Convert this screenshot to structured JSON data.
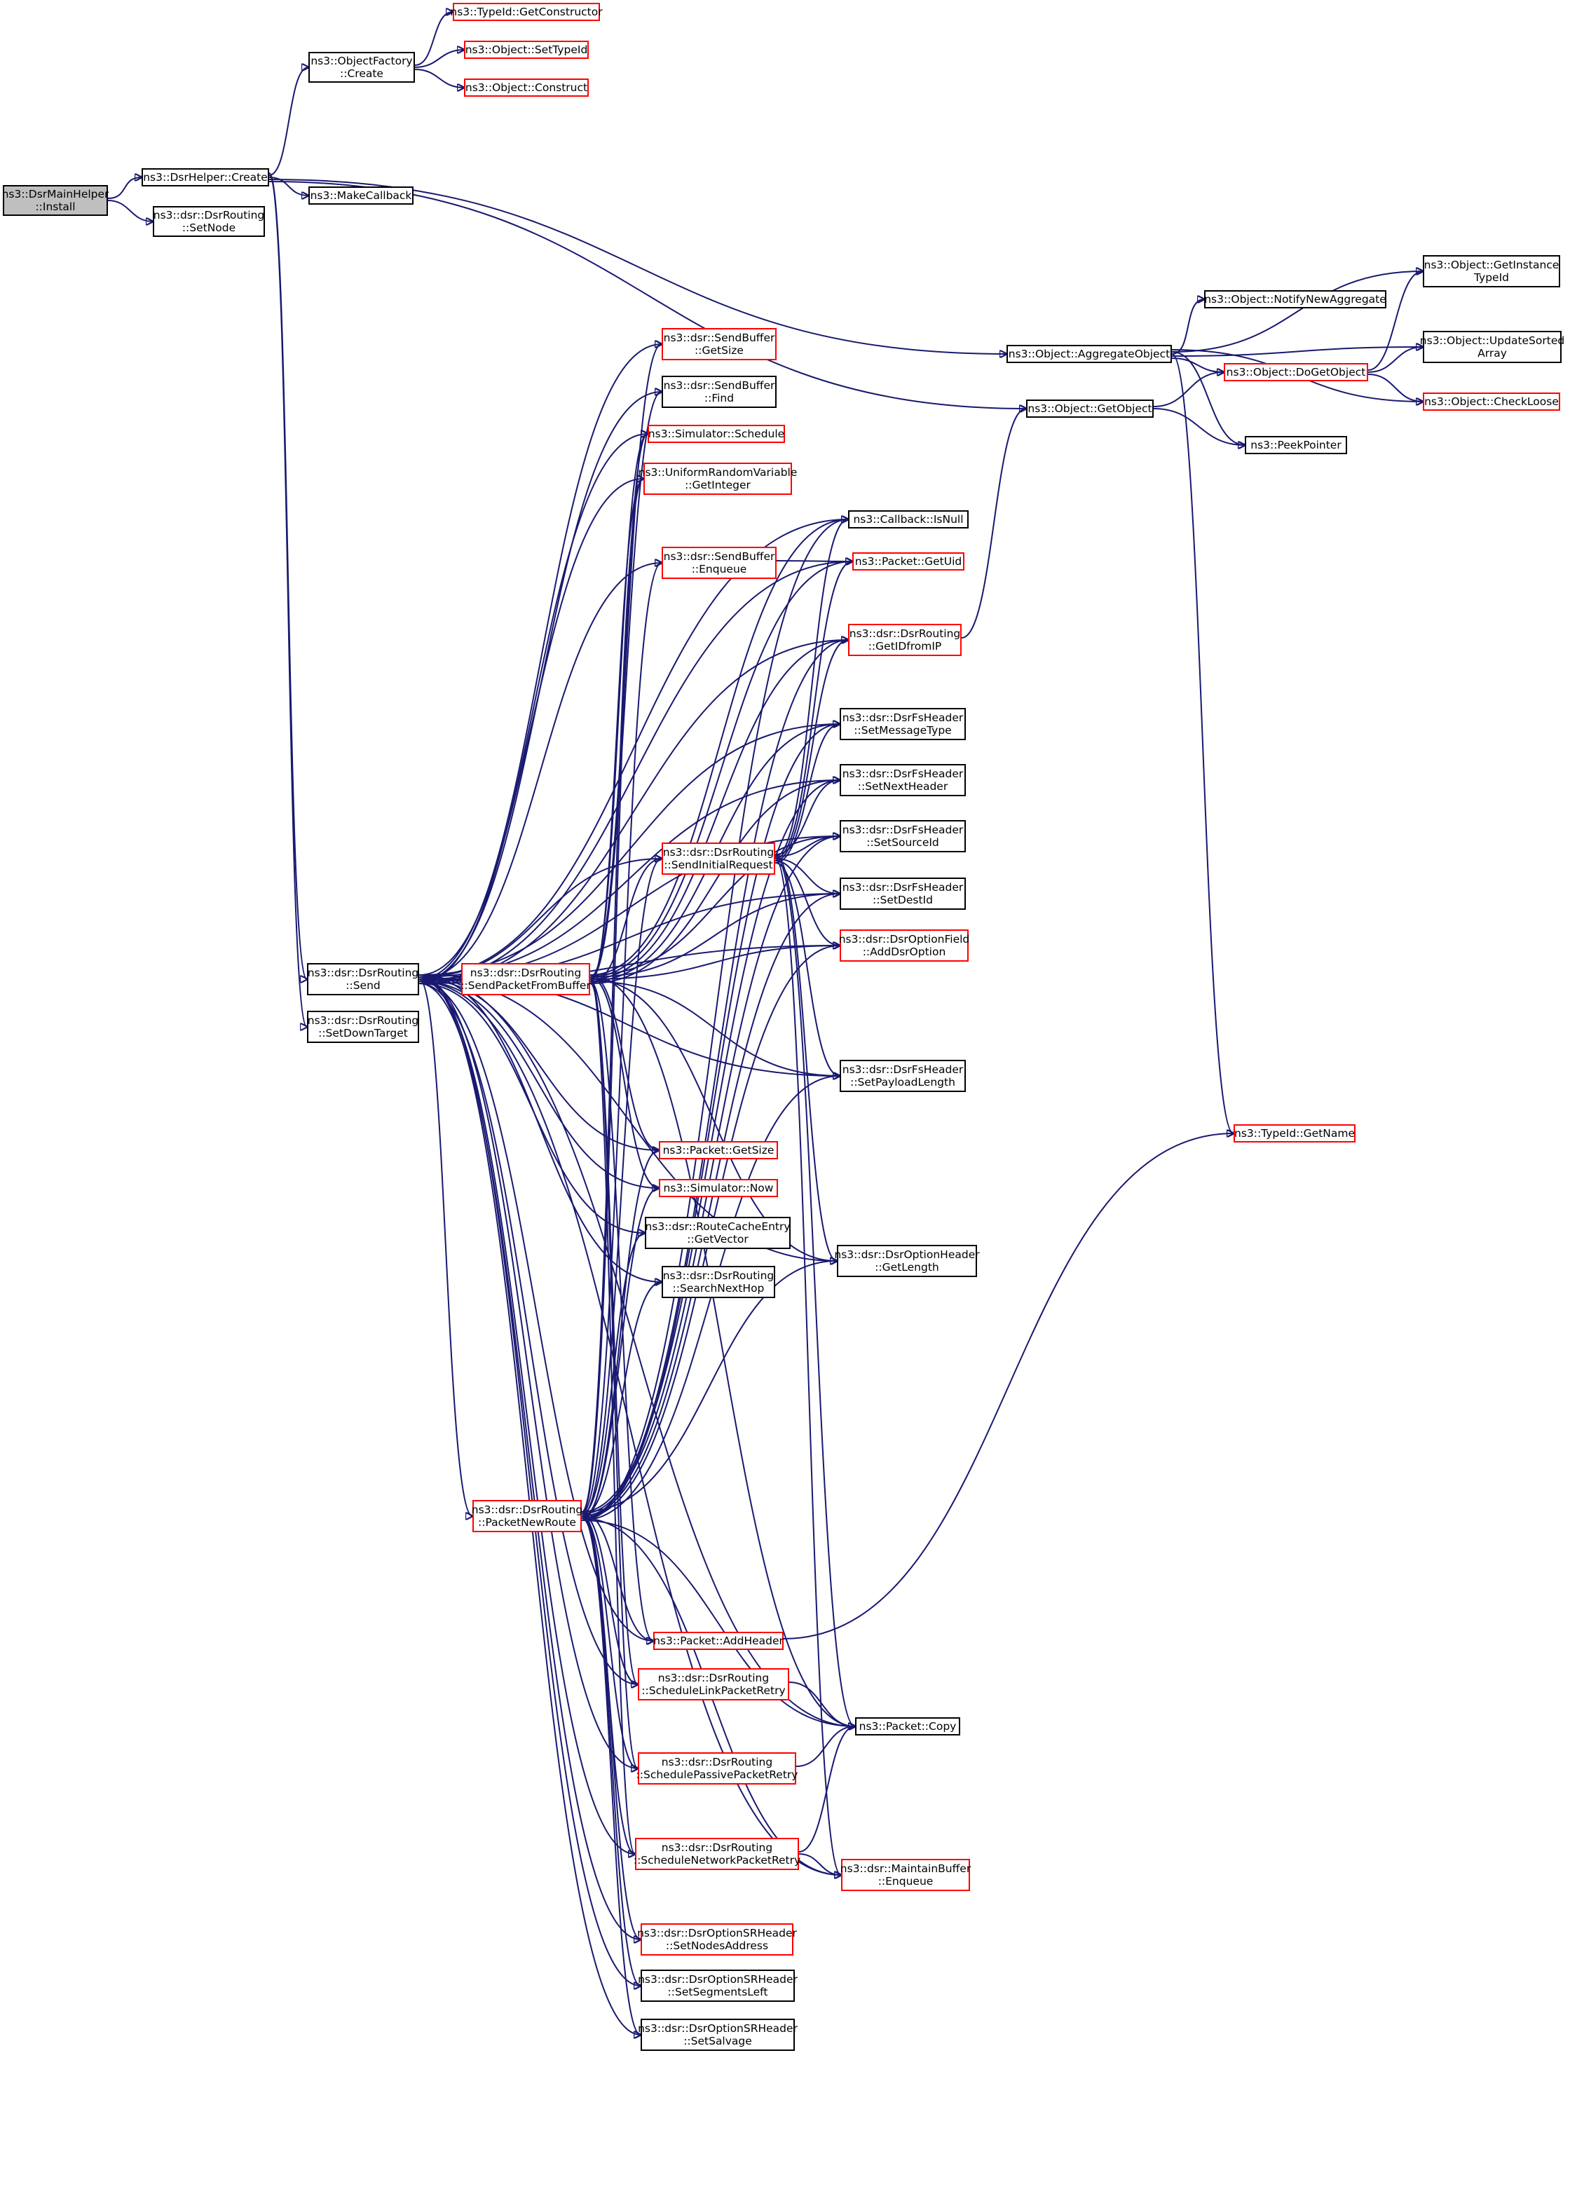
{
  "graph": {
    "nodes": {
      "mainhelper_install": {
        "lines": [
          "ns3::DsrMainHelper",
          "::Install"
        ],
        "style": "root"
      },
      "helper_create": {
        "lines": [
          "ns3::DsrHelper::Create"
        ],
        "style": "black"
      },
      "setnode": {
        "lines": [
          "ns3::dsr::DsrRouting",
          "::SetNode"
        ],
        "style": "black"
      },
      "objfactory_create": {
        "lines": [
          "ns3::ObjectFactory",
          "::Create"
        ],
        "style": "black"
      },
      "typeid_getconstructor": {
        "lines": [
          "ns3::TypeId::GetConstructor"
        ],
        "style": "red"
      },
      "object_settypeid": {
        "lines": [
          "ns3::Object::SetTypeId"
        ],
        "style": "red"
      },
      "object_construct": {
        "lines": [
          "ns3::Object::Construct"
        ],
        "style": "red"
      },
      "makecallback": {
        "lines": [
          "ns3::MakeCallback"
        ],
        "style": "black"
      },
      "aggregateobject": {
        "lines": [
          "ns3::Object::AggregateObject"
        ],
        "style": "black"
      },
      "getinstancetypeid": {
        "lines": [
          "ns3::Object::GetInstance",
          "TypeId"
        ],
        "style": "black"
      },
      "notifynewaggregate": {
        "lines": [
          "ns3::Object::NotifyNewAggregate"
        ],
        "style": "black"
      },
      "updatesortedarray": {
        "lines": [
          "ns3::Object::UpdateSorted",
          "Array"
        ],
        "style": "black"
      },
      "dogetobject": {
        "lines": [
          "ns3::Object::DoGetObject"
        ],
        "style": "red"
      },
      "checkloose": {
        "lines": [
          "ns3::Object::CheckLoose"
        ],
        "style": "red"
      },
      "getobject": {
        "lines": [
          "ns3::Object::GetObject"
        ],
        "style": "black"
      },
      "peekpointer": {
        "lines": [
          "ns3::PeekPointer"
        ],
        "style": "black"
      },
      "sendbuffer_getsize": {
        "lines": [
          "ns3::dsr::SendBuffer",
          "::GetSize"
        ],
        "style": "red"
      },
      "sendbuffer_find": {
        "lines": [
          "ns3::dsr::SendBuffer",
          "::Find"
        ],
        "style": "black"
      },
      "simulator_schedule": {
        "lines": [
          "ns3::Simulator::Schedule"
        ],
        "style": "red"
      },
      "uniform_getinteger": {
        "lines": [
          "ns3::UniformRandomVariable",
          "::GetInteger"
        ],
        "style": "red"
      },
      "callback_isnull": {
        "lines": [
          "ns3::Callback::IsNull"
        ],
        "style": "black"
      },
      "sendbuffer_enqueue": {
        "lines": [
          "ns3::dsr::SendBuffer",
          "::Enqueue"
        ],
        "style": "red"
      },
      "packet_getuid": {
        "lines": [
          "ns3::Packet::GetUid"
        ],
        "style": "red"
      },
      "getidfromip": {
        "lines": [
          "ns3::dsr::DsrRouting",
          "::GetIDfromIP"
        ],
        "style": "red"
      },
      "setmessagetype": {
        "lines": [
          "ns3::dsr::DsrFsHeader",
          "::SetMessageType"
        ],
        "style": "black"
      },
      "setnextheader": {
        "lines": [
          "ns3::dsr::DsrFsHeader",
          "::SetNextHeader"
        ],
        "style": "black"
      },
      "setsourceid": {
        "lines": [
          "ns3::dsr::DsrFsHeader",
          "::SetSourceId"
        ],
        "style": "black"
      },
      "sendinitialrequest": {
        "lines": [
          "ns3::dsr::DsrRouting",
          "::SendInitialRequest"
        ],
        "style": "red"
      },
      "setdestid": {
        "lines": [
          "ns3::dsr::DsrFsHeader",
          "::SetDestId"
        ],
        "style": "black"
      },
      "adddsroption": {
        "lines": [
          "ns3::dsr::DsrOptionField",
          "::AddDsrOption"
        ],
        "style": "red"
      },
      "routing_send": {
        "lines": [
          "ns3::dsr::DsrRouting",
          "::Send"
        ],
        "style": "black"
      },
      "sendpacketfrombuffer": {
        "lines": [
          "ns3::dsr::DsrRouting",
          "::SendPacketFromBuffer"
        ],
        "style": "red"
      },
      "setdowntarget": {
        "lines": [
          "ns3::dsr::DsrRouting",
          "::SetDownTarget"
        ],
        "style": "black"
      },
      "setpayloadlength": {
        "lines": [
          "ns3::dsr::DsrFsHeader",
          "::SetPayloadLength"
        ],
        "style": "black"
      },
      "typeid_getname": {
        "lines": [
          "ns3::TypeId::GetName"
        ],
        "style": "red"
      },
      "packet_getsize": {
        "lines": [
          "ns3::Packet::GetSize"
        ],
        "style": "red"
      },
      "simulator_now": {
        "lines": [
          "ns3::Simulator::Now"
        ],
        "style": "red"
      },
      "getvector": {
        "lines": [
          "ns3::dsr::RouteCacheEntry",
          "::GetVector"
        ],
        "style": "black"
      },
      "searchnexthop": {
        "lines": [
          "ns3::dsr::DsrRouting",
          "::SearchNextHop"
        ],
        "style": "black"
      },
      "optionheader_getlength": {
        "lines": [
          "ns3::dsr::DsrOptionHeader",
          "::GetLength"
        ],
        "style": "black"
      },
      "packetnewroute": {
        "lines": [
          "ns3::dsr::DsrRouting",
          "::PacketNewRoute"
        ],
        "style": "red"
      },
      "packet_addheader": {
        "lines": [
          "ns3::Packet::AddHeader"
        ],
        "style": "red"
      },
      "schedulelinkpacketretry": {
        "lines": [
          "ns3::dsr::DsrRouting",
          "::ScheduleLinkPacketRetry"
        ],
        "style": "red"
      },
      "packet_copy": {
        "lines": [
          "ns3::Packet::Copy"
        ],
        "style": "black"
      },
      "schedulepassivepacketretry": {
        "lines": [
          "ns3::dsr::DsrRouting",
          "::SchedulePassivePacketRetry"
        ],
        "style": "red"
      },
      "schedulenetworkpacketretry": {
        "lines": [
          "ns3::dsr::DsrRouting",
          "::ScheduleNetworkPacketRetry"
        ],
        "style": "red"
      },
      "maintainbuffer_enqueue": {
        "lines": [
          "ns3::dsr::MaintainBuffer",
          "::Enqueue"
        ],
        "style": "red"
      },
      "setnodesaddress": {
        "lines": [
          "ns3::dsr::DsrOptionSRHeader",
          "::SetNodesAddress"
        ],
        "style": "red"
      },
      "setsegmentsleft": {
        "lines": [
          "ns3::dsr::DsrOptionSRHeader",
          "::SetSegmentsLeft"
        ],
        "style": "black"
      },
      "setsalvage": {
        "lines": [
          "ns3::dsr::DsrOptionSRHeader",
          "::SetSalvage"
        ],
        "style": "black"
      }
    },
    "colors": {
      "edge": "#191970",
      "border_red": "#ff0000",
      "border_black": "#000000",
      "root_fill": "#bfbfbf"
    }
  }
}
